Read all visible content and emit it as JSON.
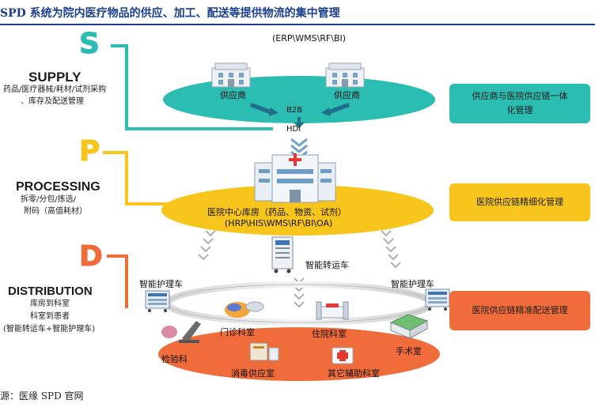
{
  "title": "SPD 系统为院内医疗物品的供应、加工、配送等提供物流的集中管理",
  "source": "源：医缘 SPD 官网",
  "supply": {
    "letter": "S",
    "name": "SUPPLY",
    "desc_line1": "药品/医疗器械/耗材/试剂采购",
    "desc_line2": "、库存及配送管理",
    "systems": "(ERP\\WMS\\RF\\BI)",
    "supplier_left": "供应商",
    "supplier_right": "供应商",
    "b2b": "B2B",
    "hdi": "HDI",
    "note": "供应商与医院供应链一体化管理",
    "color": "#2bbcb2"
  },
  "processing": {
    "letter": "P",
    "name": "PROCESSING",
    "desc_line1": "拆零/分包/拣选/",
    "desc_line2": "附码（高值耗材）",
    "center_line1": "医院中心库房（药品、物资、试剂）",
    "center_line2": "(HRP\\HIS\\WMS\\RF\\BI\\OA)",
    "note": "医院供应链精细化管理",
    "color": "#f7c51c"
  },
  "distribution": {
    "letter": "D",
    "name": "DISTRIBUTION",
    "desc_line1": "库房到科室",
    "desc_line2": "科室到患者",
    "desc_line3": "(智能转运车+智能护理车)",
    "transport_cart": "智能转运车",
    "nursing_cart_left": "智能护理车",
    "nursing_cart_right": "智能护理车",
    "outpatient": "门诊科室",
    "inpatient": "住院科室",
    "operating_room": "手术室",
    "lab": "检验科",
    "sterile_supply": "消毒供应室",
    "other_aux": "其它辅助科室",
    "note": "医院供应链精准配送管理",
    "color": "#f06c3a"
  }
}
